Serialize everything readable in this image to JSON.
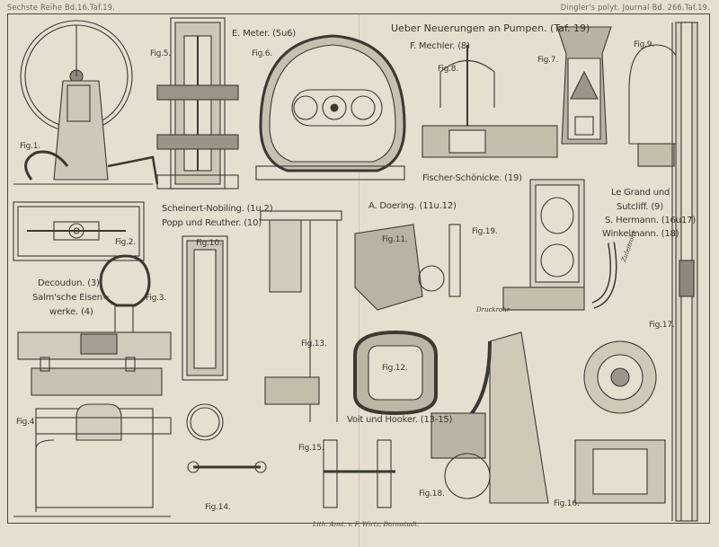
{
  "header": {
    "left": "Sechste Reihe Bd.16.Taf.19.",
    "right": "Dingler's polyt. Journal Bd. 266.Taf.19."
  },
  "title": "Ueber Neuerungen an Pumpen. (Taf. 19)",
  "inventors": {
    "meter": "E. Meter. (5u6)",
    "mechler": "F. Mechler. (8)",
    "fischer": "Fischer-Schönicke. (19)",
    "scheinert": "Scheinert-Nobiling. (1u.2)",
    "popp": "Popp und Reuther. (10)",
    "doering": "A. Doering. (11u.12)",
    "legrand": "Le Grand und",
    "sutcliff": "Sutcliff. (9)",
    "hermann": "S. Hermann. (16u17)",
    "winkelmann": "Winkelmann. (18)",
    "decoudun": "Decoudun. (3)",
    "salm1": "Salm'sche Eisen=",
    "salm2": "werke. (4)",
    "voit": "Voit und Hooker. (13-15)"
  },
  "figures": [
    "Fig.1.",
    "Fig.2.",
    "Fig.3.",
    "Fig.4.",
    "Fig.5.",
    "Fig.6.",
    "Fig.7.",
    "Fig.8.",
    "Fig.9.",
    "Fig.10.",
    "Fig.11.",
    "Fig.12.",
    "Fig.13.",
    "Fig.14.",
    "Fig.15.",
    "Fig.16.",
    "Fig.17.",
    "Fig.18.",
    "Fig.19."
  ],
  "annotations": {
    "druckrohr": "Druckrohr",
    "saugrohr": "Zuleitrohr"
  },
  "footer": "Lith. Anst. v. F. Wirtz, Darmstadt."
}
